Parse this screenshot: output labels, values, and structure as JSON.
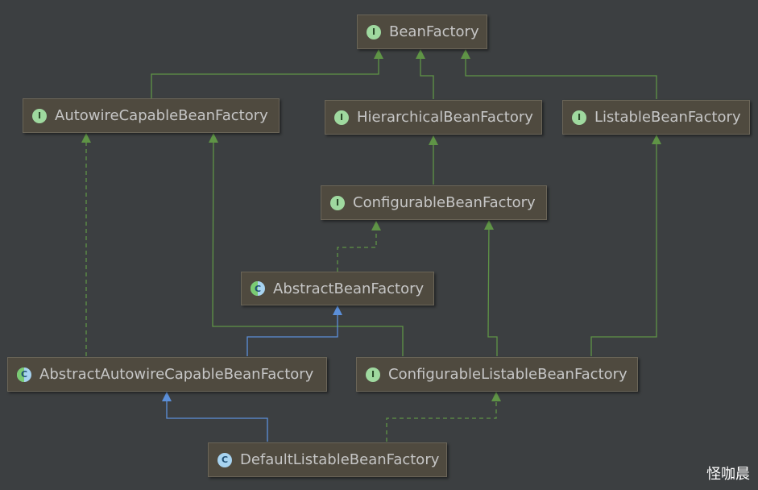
{
  "nodes": [
    {
      "id": "bean-factory",
      "label": "BeanFactory",
      "kind": "interface",
      "badge": "I"
    },
    {
      "id": "autowire-capable-bean-factory",
      "label": "AutowireCapableBeanFactory",
      "kind": "interface",
      "badge": "I"
    },
    {
      "id": "hierarchical-bean-factory",
      "label": "HierarchicalBeanFactory",
      "kind": "interface",
      "badge": "I"
    },
    {
      "id": "listable-bean-factory",
      "label": "ListableBeanFactory",
      "kind": "interface",
      "badge": "I"
    },
    {
      "id": "configurable-bean-factory",
      "label": "ConfigurableBeanFactory",
      "kind": "interface",
      "badge": "I"
    },
    {
      "id": "abstract-bean-factory",
      "label": "AbstractBeanFactory",
      "kind": "abstract",
      "badge": "C"
    },
    {
      "id": "abstract-autowire-capable-bean-factory",
      "label": "AbstractAutowireCapableBeanFactory",
      "kind": "abstract",
      "badge": "C"
    },
    {
      "id": "configurable-listable-bean-factory",
      "label": "ConfigurableListableBeanFactory",
      "kind": "interface",
      "badge": "I"
    },
    {
      "id": "default-listable-bean-factory",
      "label": "DefaultListableBeanFactory",
      "kind": "class",
      "badge": "C"
    }
  ],
  "edges": [
    {
      "from": "autowire-capable-bean-factory",
      "to": "bean-factory",
      "type": "extends"
    },
    {
      "from": "hierarchical-bean-factory",
      "to": "bean-factory",
      "type": "extends"
    },
    {
      "from": "listable-bean-factory",
      "to": "bean-factory",
      "type": "extends"
    },
    {
      "from": "configurable-bean-factory",
      "to": "hierarchical-bean-factory",
      "type": "extends"
    },
    {
      "from": "abstract-bean-factory",
      "to": "configurable-bean-factory",
      "type": "implements"
    },
    {
      "from": "abstract-autowire-capable-bean-factory",
      "to": "autowire-capable-bean-factory",
      "type": "implements"
    },
    {
      "from": "abstract-autowire-capable-bean-factory",
      "to": "abstract-bean-factory",
      "type": "class-extends"
    },
    {
      "from": "configurable-listable-bean-factory",
      "to": "autowire-capable-bean-factory",
      "type": "extends"
    },
    {
      "from": "configurable-listable-bean-factory",
      "to": "configurable-bean-factory",
      "type": "extends"
    },
    {
      "from": "configurable-listable-bean-factory",
      "to": "listable-bean-factory",
      "type": "extends"
    },
    {
      "from": "default-listable-bean-factory",
      "to": "abstract-autowire-capable-bean-factory",
      "type": "class-extends"
    },
    {
      "from": "default-listable-bean-factory",
      "to": "configurable-listable-bean-factory",
      "type": "implements"
    }
  ],
  "colors": {
    "background": "#3c3f41",
    "node_fill": "#4f4a3f",
    "node_border": "#6b6558",
    "text": "#c6c6c6",
    "extends_edge": "#5f9446",
    "class_extends_edge": "#5b8fd9"
  },
  "watermark": "怪咖晨"
}
